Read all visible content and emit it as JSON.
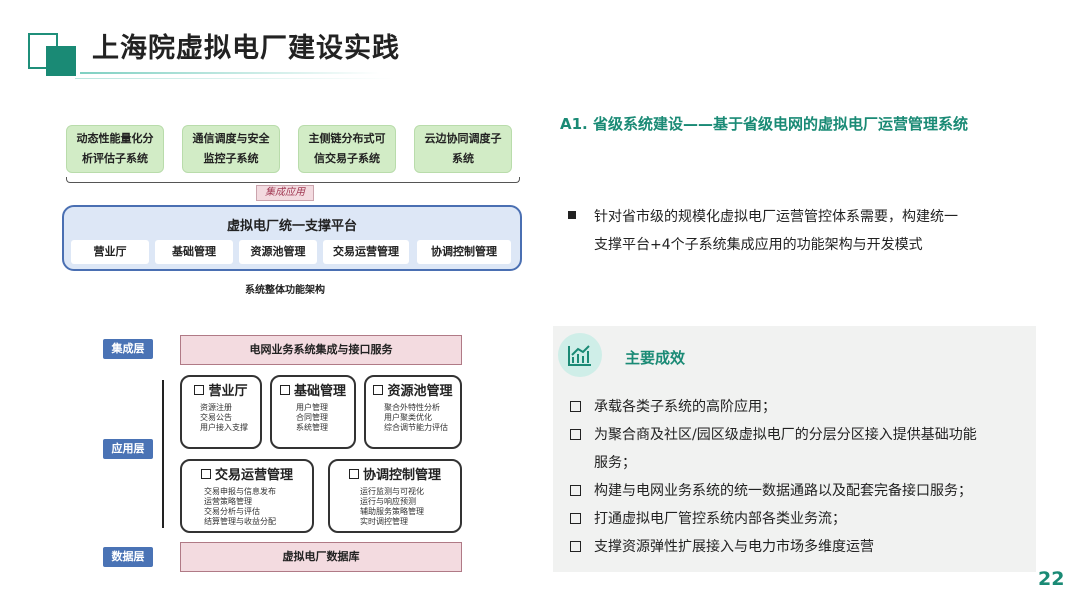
{
  "header": {
    "title": "上海院虚拟电厂建设实践"
  },
  "diagram1": {
    "subsystems": [
      "动态性能量化分析评估子系统",
      "通信调度与安全监控子系统",
      "主侧链分布式可信交易子系统",
      "云边协同调度子系统"
    ],
    "integration_label": "集成应用",
    "platform": {
      "title": "虚拟电厂统一支撑平台",
      "items": [
        "营业厅",
        "基础管理",
        "资源池管理",
        "交易运营管理",
        "协调控制管理"
      ]
    },
    "caption": "系统整体功能架构"
  },
  "diagram2": {
    "layers": {
      "integration": "集成层",
      "application": "应用层",
      "data": "数据层"
    },
    "integration_bar": "电网业务系统集成与接口服务",
    "data_bar": "虚拟电厂数据库",
    "modules": {
      "hall": {
        "title": "营业厅",
        "items": [
          "资源注册",
          "交易公告",
          "用户接入支撑"
        ]
      },
      "basic": {
        "title": "基础管理",
        "items": [
          "用户管理",
          "合同管理",
          "系统管理"
        ]
      },
      "pool": {
        "title": "资源池管理",
        "items": [
          "聚合外特性分析",
          "用户聚类优化",
          "综合调节能力评估"
        ]
      },
      "trade": {
        "title": "交易运营管理",
        "items": [
          "交易申报与信息发布",
          "运营策略管理",
          "交易分析与评估",
          "结算管理与收益分配"
        ]
      },
      "control": {
        "title": "协调控制管理",
        "items": [
          "运行监测与可视化",
          "运行与响应预测",
          "辅助服务策略管理",
          "实时调控管理"
        ]
      }
    }
  },
  "right": {
    "heading": "A1. 省级系统建设——基于省级电网的虚拟电厂运营管理系统",
    "bullet_line1": "针对省市级的规模化虚拟电厂运营管控体系需要，构建统一",
    "bullet_line2": "支撑平台+4个子系统集成应用的功能架构与开发模式",
    "panel_title": "主要成效",
    "achievements": [
      "承载各类子系统的高阶应用；",
      "为聚合商及社区/园区级虚拟电厂的分层分区接入提供基础功能",
      "服务；",
      "构建与电网业务系统的统一数据通路以及配套完备接口服务；",
      "打通虚拟电厂管控系统内部各类业务流；",
      "支撑资源弹性扩展接入与电力市场多维度运营"
    ]
  },
  "footer": {
    "page_number": "22"
  },
  "colors": {
    "accent": "#1a8a75",
    "layer_tag": "#4a73b5",
    "platform_border": "#4a6fb2",
    "subsystem_fill": "#d2ecc6",
    "pink_fill": "#f3dbe0"
  },
  "icons": {
    "panel_icon": "bar-chart-icon"
  }
}
